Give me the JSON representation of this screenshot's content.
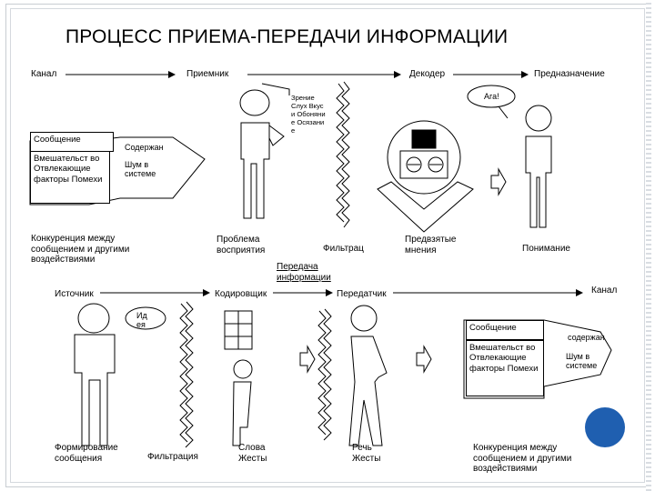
{
  "title": "ПРОЦЕСС ПРИЕМА-ПЕРЕДАЧИ ИНФОРМАЦИИ",
  "top": {
    "channel": "Канал",
    "receiver": "Приемник",
    "decoder": "Декодер",
    "purpose": "Предназначение",
    "senses": "Зрение Слух Вкус и Обоняни е Осязани е",
    "aha": "Ага!",
    "message": "Сообщение",
    "content": "Содержан",
    "interference": "Вмешательст во Отвлекающие факторы Помехи",
    "noise": "Шум в системе",
    "competition": "Конкуренция между сообщением и другими воздействиями",
    "perception_problem": "Проблема восприятия",
    "filter": "Фильтрац",
    "prejudice": "Предвзятые мнения",
    "understanding": "Понимание"
  },
  "bottom": {
    "transfer": "Передача информации",
    "source": "Источник",
    "encoder": "Кодировщик",
    "transmitter": "Передатчик",
    "channel": "Канал",
    "idea": "Ид ея",
    "message": "Сообщение",
    "content": "содержан",
    "interference": "Вмешательст во Отвлекающие факторы Помехи",
    "noise": "Шум в системе",
    "forming": "Формирование сообщения",
    "filtration": "Фильтрация",
    "words": "Слова Жесты",
    "speech": "Речь Жесты",
    "competition": "Конкуренция между сообщением и другими воздействиями"
  },
  "colors": {
    "accent_circle": "#1f5fb0",
    "frame": "#c8cdd2"
  }
}
